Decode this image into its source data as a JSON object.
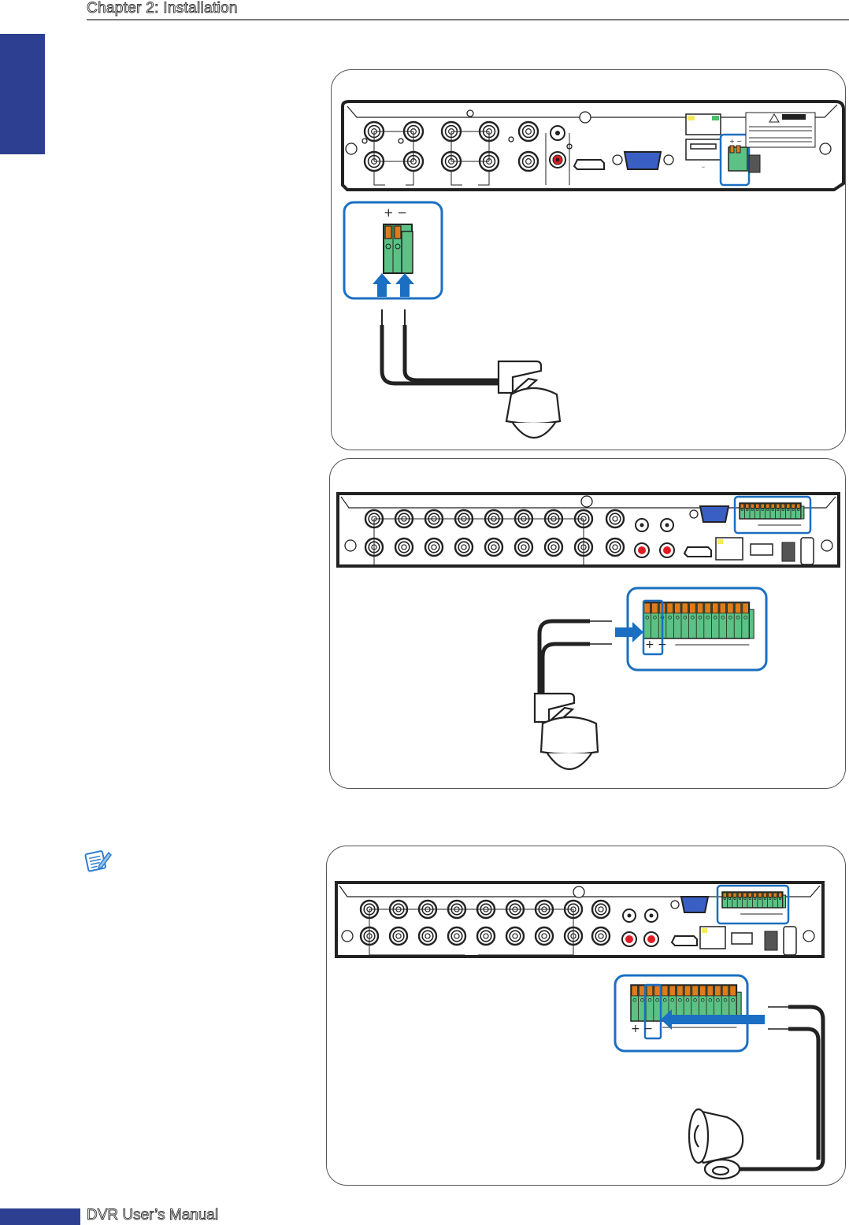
{
  "header": {
    "chapter_title": "Chapter 2: Installation"
  },
  "footer": {
    "manual_title": "DVR User’s Manual"
  },
  "colors": {
    "brand_blue": "#2d3f91",
    "highlight_blue": "#1b6fc2",
    "terminal_green": "#5cc184",
    "terminal_orange": "#e07b1a",
    "audio_red": "#e21b23",
    "vga_blue": "#3a5fc4"
  },
  "figures": [
    {
      "id": "ptz-4ch",
      "description": "4-channel DVR rear panel with 2-pin RS-485 terminal; PTZ dome camera wires connect to + and −",
      "terminal_labels": [
        "+",
        "−"
      ],
      "camera": "ptz-dome-camera"
    },
    {
      "id": "ptz-16ch",
      "description": "16-channel DVR rear panel; PTZ dome camera wires connect to the + and − pins of the terminal block",
      "terminal_labels": [
        "+",
        "−"
      ],
      "camera": "ptz-dome-camera"
    },
    {
      "id": "alarm-16ch",
      "description": "16-channel DVR rear panel; siren/alarm device wires connect to the alarm output pins of the terminal block",
      "terminal_labels": [
        "+",
        "−"
      ],
      "device": "siren"
    }
  ],
  "note": {
    "icon": "note-pencil-icon"
  }
}
